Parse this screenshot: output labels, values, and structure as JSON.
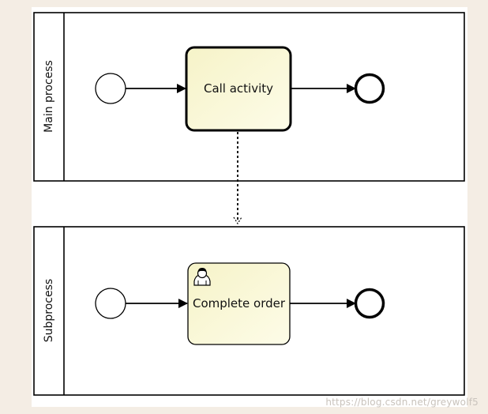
{
  "pools": [
    {
      "label": "Main process"
    },
    {
      "label": "Subprocess"
    }
  ],
  "tasks": {
    "call_activity": {
      "label": "Call activity"
    },
    "complete_order": {
      "label": "Complete order",
      "icon": "user-icon"
    }
  },
  "colors": {
    "background": "#f4ede4",
    "task_fill": "#fbf9d6",
    "stroke": "#000000"
  },
  "watermark": "https://blog.csdn.net/greywolf5"
}
